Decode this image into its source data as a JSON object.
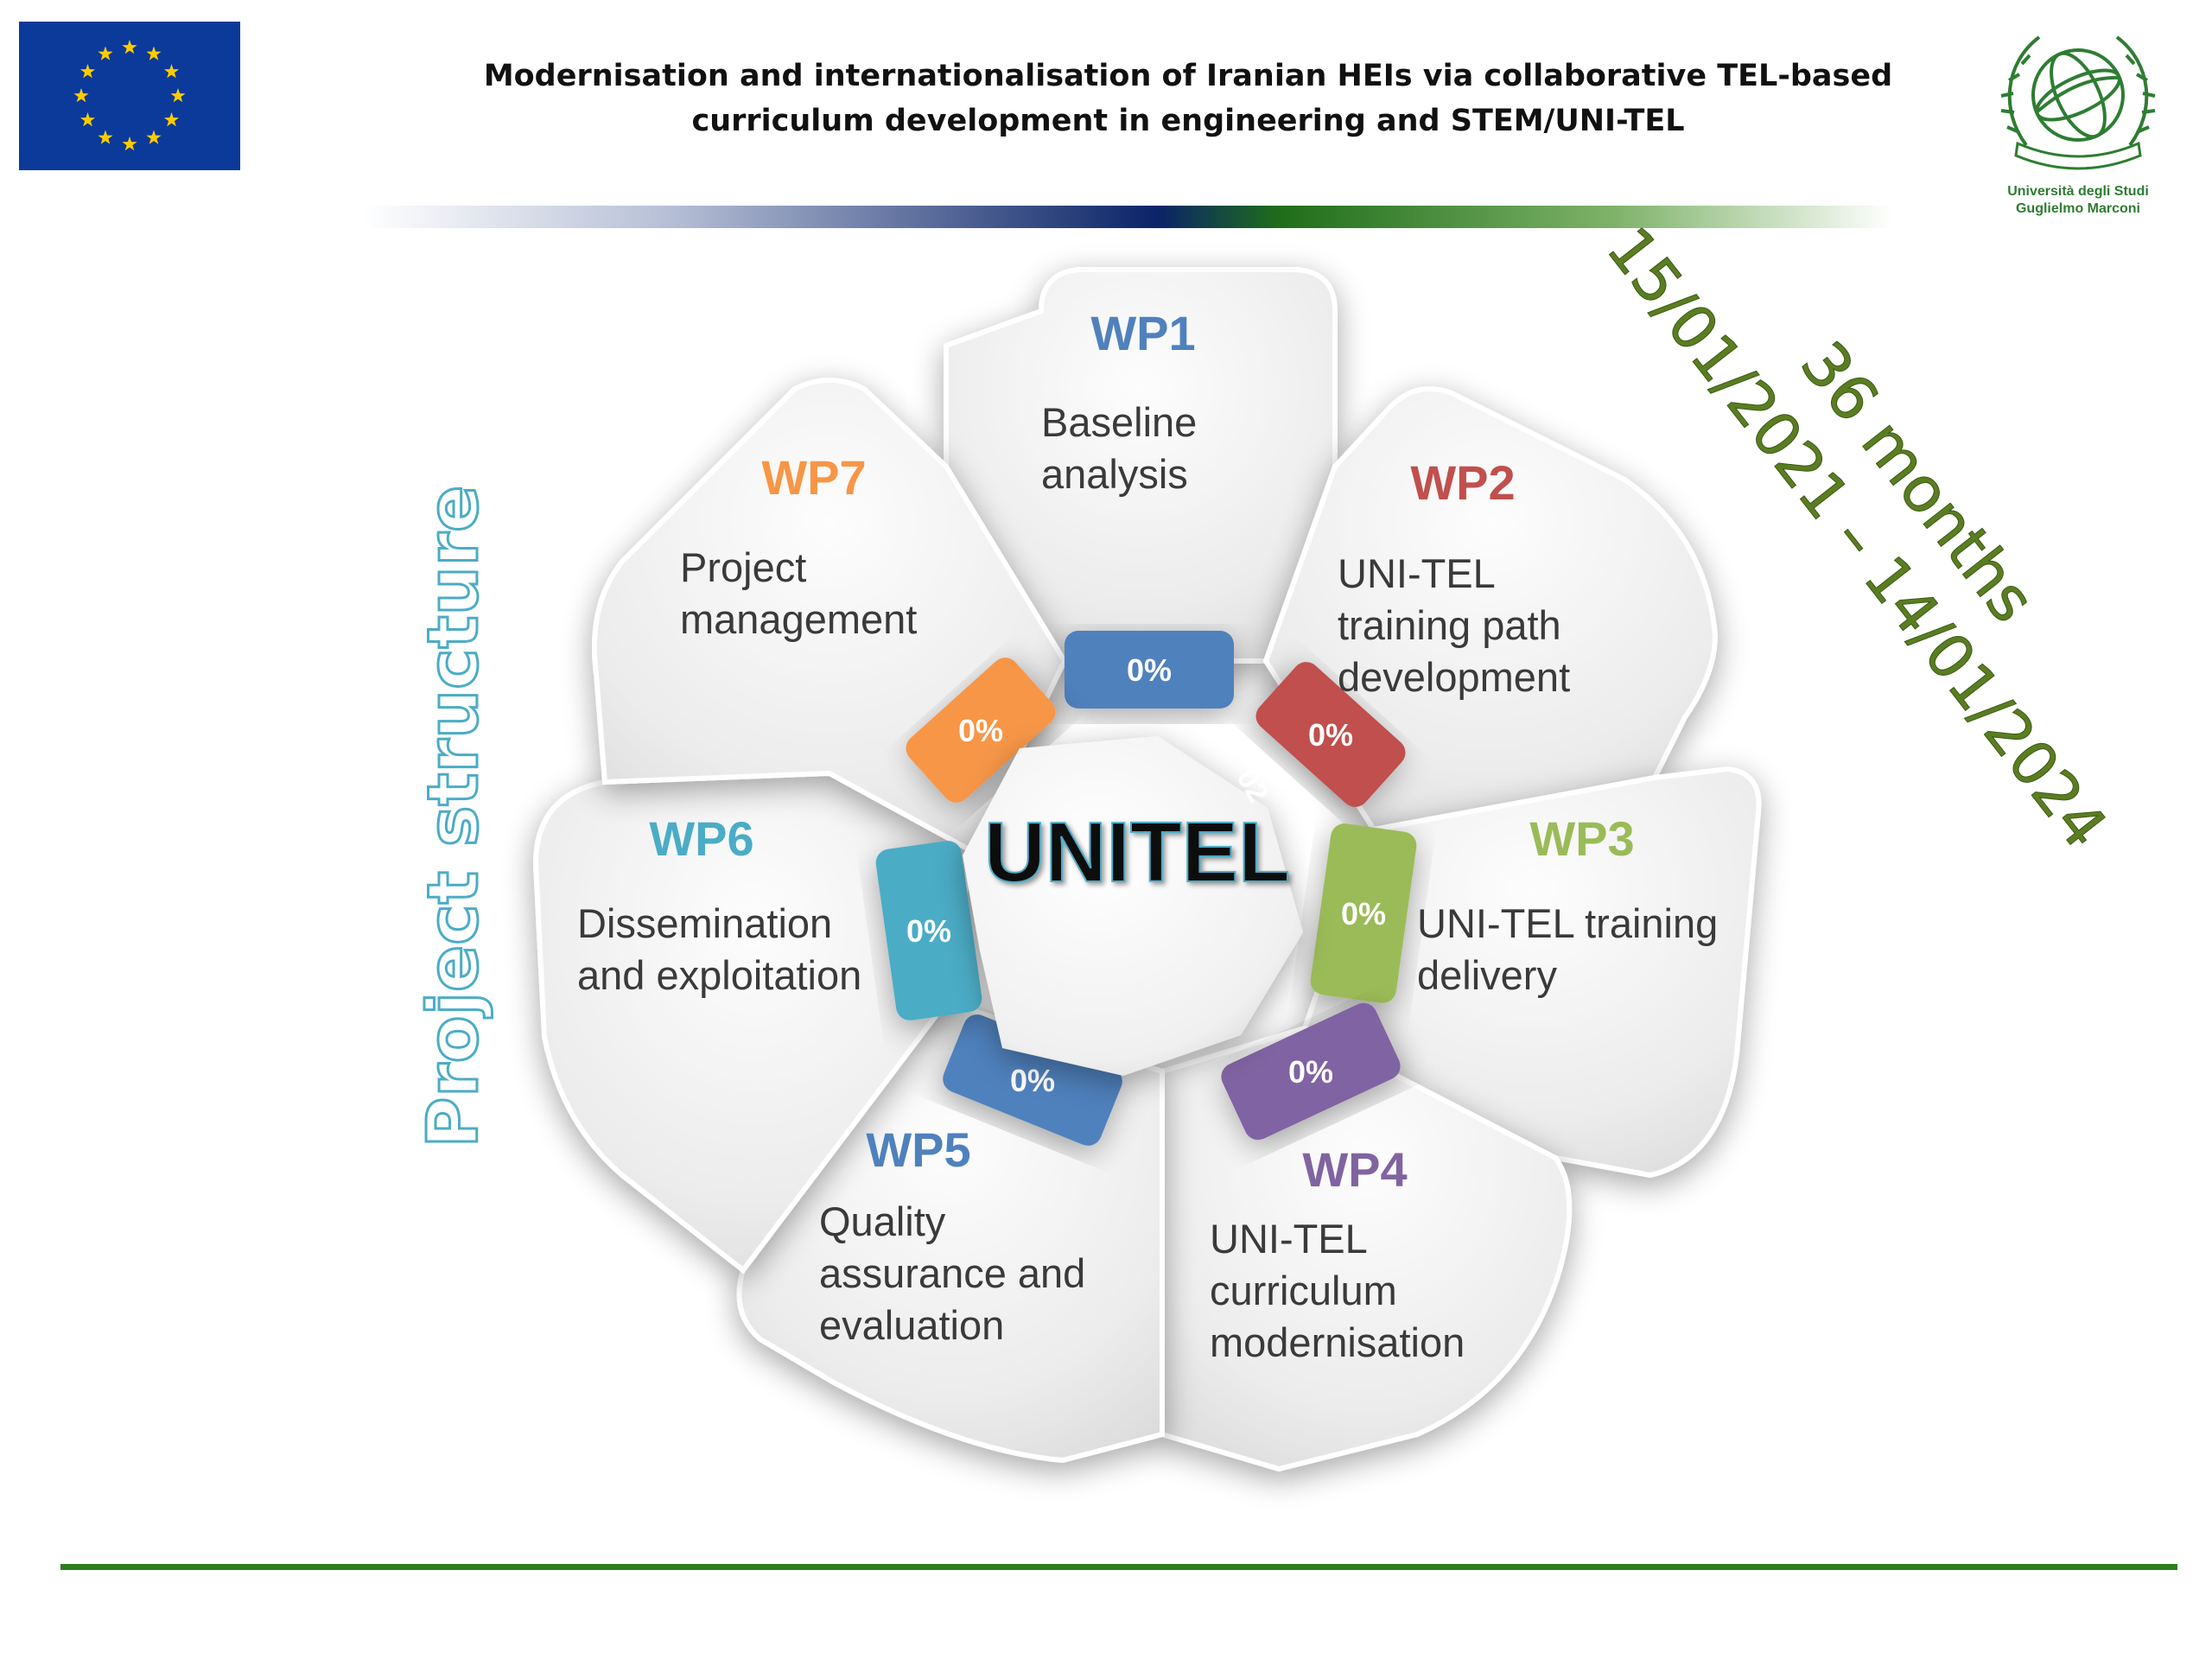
{
  "header": {
    "title_line1": "Modernisation and internationalisation of Iranian HEIs via collaborative TEL-based",
    "title_line2": "curriculum development in engineering and STEM/UNI-TEL"
  },
  "logo": {
    "line1": "Università degli Studi",
    "line2": "Guglielmo Marconi"
  },
  "side_label": "Project structure",
  "duration": {
    "months": "36 months",
    "dates": "15/01/2021 – 14/01/2024"
  },
  "center": {
    "label": "UNITEL",
    "small_mark": "02"
  },
  "work_packages": [
    {
      "id": "WP1",
      "line1": "Baseline",
      "line2": "analysis",
      "line3": "",
      "progress": "0%",
      "color": "#4f81bd"
    },
    {
      "id": "WP2",
      "line1": "UNI-TEL",
      "line2": "training path",
      "line3": "development",
      "progress": "0%",
      "color": "#c0504d"
    },
    {
      "id": "WP3",
      "line1": "UNI-TEL training",
      "line2": "delivery",
      "line3": "",
      "progress": "0%",
      "color": "#9bbb59"
    },
    {
      "id": "WP4",
      "line1": "UNI-TEL",
      "line2": "curriculum",
      "line3": "modernisation",
      "progress": "0%",
      "color": "#8064a2"
    },
    {
      "id": "WP5",
      "line1": "Quality",
      "line2": "assurance and",
      "line3": "evaluation",
      "progress": "0%",
      "color": "#4f81bd"
    },
    {
      "id": "WP6",
      "line1": "Dissemination",
      "line2": "and exploitation",
      "line3": "",
      "progress": "0%",
      "color": "#4bacc6"
    },
    {
      "id": "WP7",
      "line1": "Project",
      "line2": "management",
      "line3": "",
      "progress": "0%",
      "color": "#f79646"
    }
  ],
  "colors": {
    "side_label": "#4bacc6",
    "duration": "#5a7d22",
    "footer_line": "#2e7d1f",
    "eu_blue": "#003399",
    "eu_gold": "#ffcc00"
  }
}
